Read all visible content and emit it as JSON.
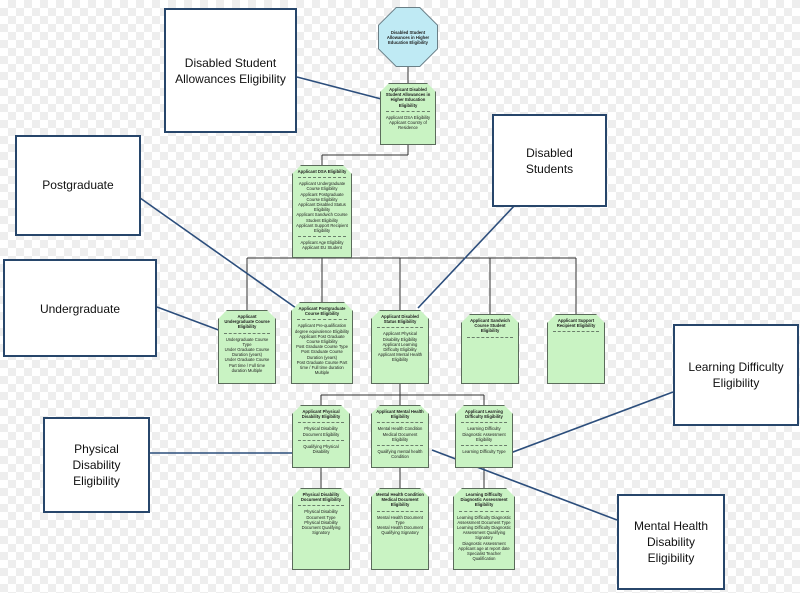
{
  "top": {
    "label": "Disabled Student Allowances in Higher Education Eligibility"
  },
  "boxes": {
    "root": {
      "title": "Applicant Disabled Student Allowances in Higher Education Eligibility",
      "lines": [
        "Applicant DSA Eligibility",
        "Applicant Country of Residence"
      ]
    },
    "dsa": {
      "title": "Applicant DSA Eligibility",
      "lines": [
        "Applicant Undergraduate Course Eligibility",
        "Applicant Postgraduate Course Eligibility",
        "Applicant Disabled Status Eligibility",
        "Applicant Sandwich Course Student Eligibility",
        "Applicant Support Recipient Eligibility",
        "Applicant Age Eligibility",
        "Applicant EU Student"
      ]
    },
    "undergrad": {
      "title": "Applicant Undergraduate Course Eligibility",
      "lines": [
        "Undergraduate Course Type",
        "Under Graduate Course Duration (years)",
        "Under Graduate Course Part time / Full time duration Multiple"
      ]
    },
    "postgrad": {
      "title": "Applicant Postgraduate Course Eligibility",
      "lines": [
        "Applicant Pre-qualification degree equivalence Eligibility",
        "Applicant Post Graduate Course Eligibility",
        "Post Graduate Course Type",
        "Post Graduate Course Duration (years)",
        "Post Graduate Course Part time / Full time duration Multiple"
      ]
    },
    "disabled": {
      "title": "Applicant Disabled Status Eligibility",
      "lines": [
        "Applicant Physical Disability Eligibility",
        "Applicant Learning Difficulty Eligibility",
        "Applicant Mental Health Eligibility"
      ]
    },
    "sandwich": {
      "title": "Applicant Sandwich Course Student Eligibility",
      "lines": []
    },
    "support": {
      "title": "Applicant Support Recipient Eligibility",
      "lines": []
    },
    "physical": {
      "title": "Applicant Physical Disability Eligibility",
      "lines": [
        "Physical Disability Document Eligibility",
        "Qualifying Physical Disability"
      ]
    },
    "mental": {
      "title": "Applicant Mental Health Eligibility",
      "lines": [
        "Mental Health Condition Medical Document Eligibility",
        "Qualifying mental health Condition"
      ]
    },
    "learning": {
      "title": "Applicant Learning Difficulty Eligibility",
      "lines": [
        "Learning Difficulty Diagnostic Assessment Eligibility",
        "Learning Difficulty Type"
      ]
    },
    "physdoc": {
      "title": "Physical Disability Document Eligibility",
      "lines": [
        "Physical Disability Document Type",
        "Physical Disability Document Qualifying Signatory"
      ]
    },
    "mentaldoc": {
      "title": "Mental Health Condition Medical Document Eligibility",
      "lines": [
        "Mental Health Document Type",
        "Mental Health Document Qualifying Signatory"
      ]
    },
    "learndoc": {
      "title": "Learning Difficulty Diagnostic Assessment Eligibility",
      "lines": [
        "Learning Difficulty Diagnostic Assessment Document Type",
        "Learning Difficulty Diagnostic Assessment Qualifying Signatory",
        "Diagnostic Assessment Applicant age at report date",
        "Specialist Teacher Qualification"
      ]
    }
  },
  "callouts": {
    "dsa": "Disabled Student Allowances Eligibility",
    "postgraduate": "Postgraduate",
    "disabled_students": "Disabled Students",
    "undergraduate": "Undergraduate",
    "learning_difficulty": "Learning Difficulty Eligibility",
    "physical_disability": "Physical Disability Eligibility",
    "mental_health": "Mental Health Disability Eligibility"
  },
  "colors": {
    "box_fill": "#c9f3c3",
    "top_fill": "#bfeaf4",
    "callout_border": "#27466b"
  }
}
